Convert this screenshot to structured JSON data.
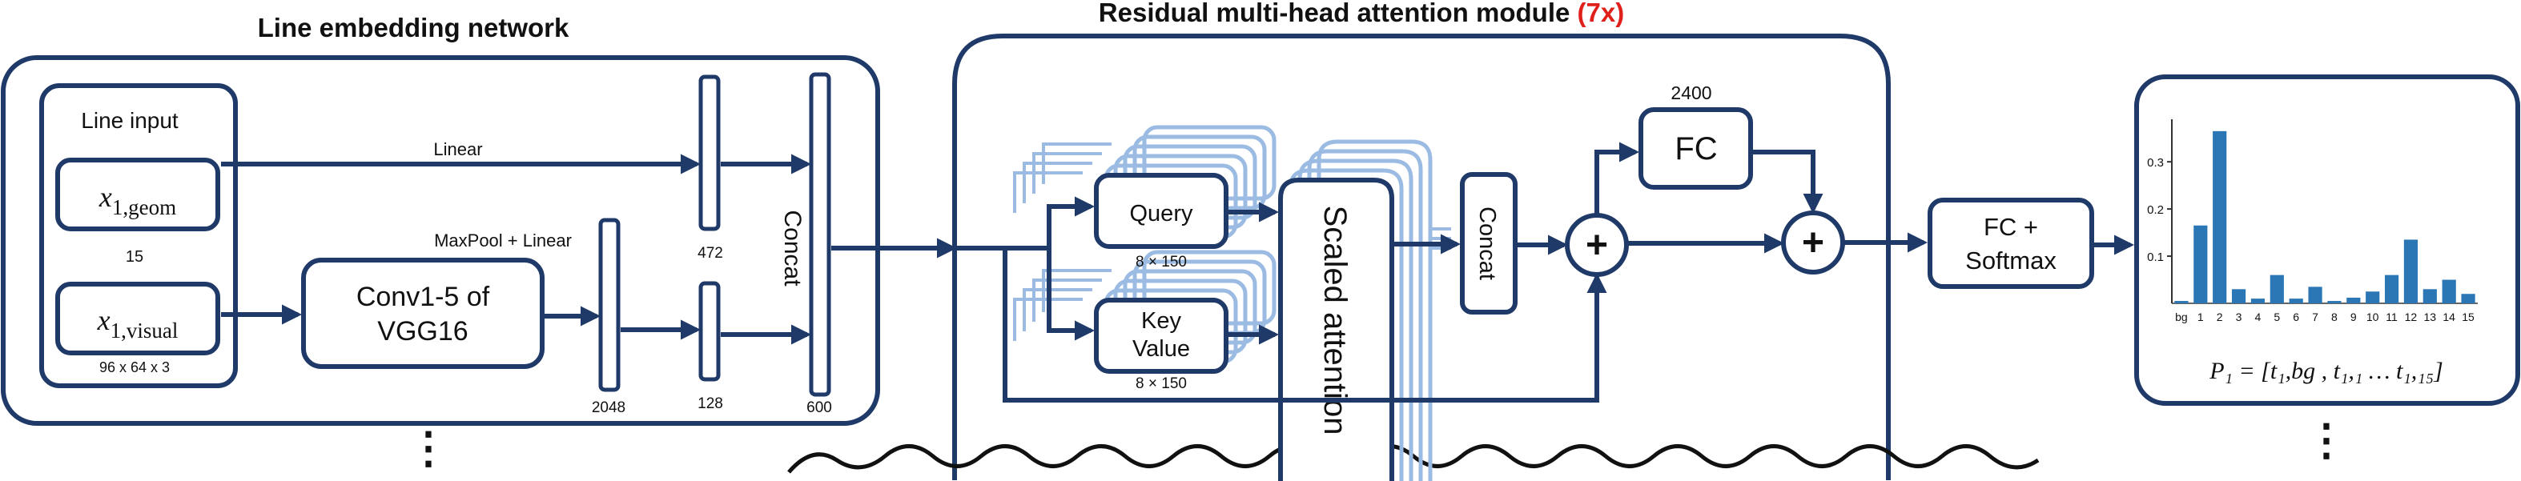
{
  "colors": {
    "navy": "#1f3a68",
    "light_blue": "#9bbbe3",
    "bar_blue": "#2b77b5",
    "accent_red": "#e0201b"
  },
  "sections": {
    "line_embedding_title": "Line embedding network",
    "attention_title": "Residual multi-head attention module",
    "attention_repeat": "(7x)"
  },
  "line_embedding": {
    "line_input": "Line input",
    "x_geom": {
      "base": "x",
      "sub": "1,geom"
    },
    "geom_dim": "15",
    "x_visual": {
      "base": "x",
      "sub": "1,visual"
    },
    "visual_dim": "96 x 64 x 3",
    "conv": [
      "Conv1-5 of",
      "VGG16"
    ],
    "linear": "Linear",
    "maxpool_linear": "MaxPool + Linear",
    "dim_472": "472",
    "dim_2048": "2048",
    "dim_128": "128",
    "dim_600": "600",
    "concat": "Concat",
    "ellipsis": "⋮"
  },
  "attention": {
    "query": "Query",
    "query_dim": "8 × 150",
    "key_value": [
      "Key",
      "Value"
    ],
    "key_dim": "8 × 150",
    "scaled_attention": "Scaled attention",
    "concat": "Concat",
    "fc": "FC",
    "fc_dim": "2400",
    "plus": "+"
  },
  "output": {
    "fc_softmax": [
      "FC +",
      "Softmax"
    ],
    "formula": "P₁ = [t₁,bg , t₁,₁ … t₁,₁₅]",
    "ellipsis": "⋮"
  },
  "chart_data": {
    "type": "bar",
    "categories": [
      "bg",
      "1",
      "2",
      "3",
      "4",
      "5",
      "6",
      "7",
      "8",
      "9",
      "10",
      "11",
      "12",
      "13",
      "14",
      "15"
    ],
    "values": [
      0.005,
      0.165,
      0.365,
      0.03,
      0.01,
      0.06,
      0.01,
      0.035,
      0.005,
      0.012,
      0.025,
      0.06,
      0.135,
      0.03,
      0.05,
      0.02
    ],
    "yticks": [
      "0.1",
      "0.2",
      "0.3"
    ],
    "ylim": [
      0,
      0.38
    ],
    "title": "",
    "xlabel": "",
    "ylabel": ""
  }
}
